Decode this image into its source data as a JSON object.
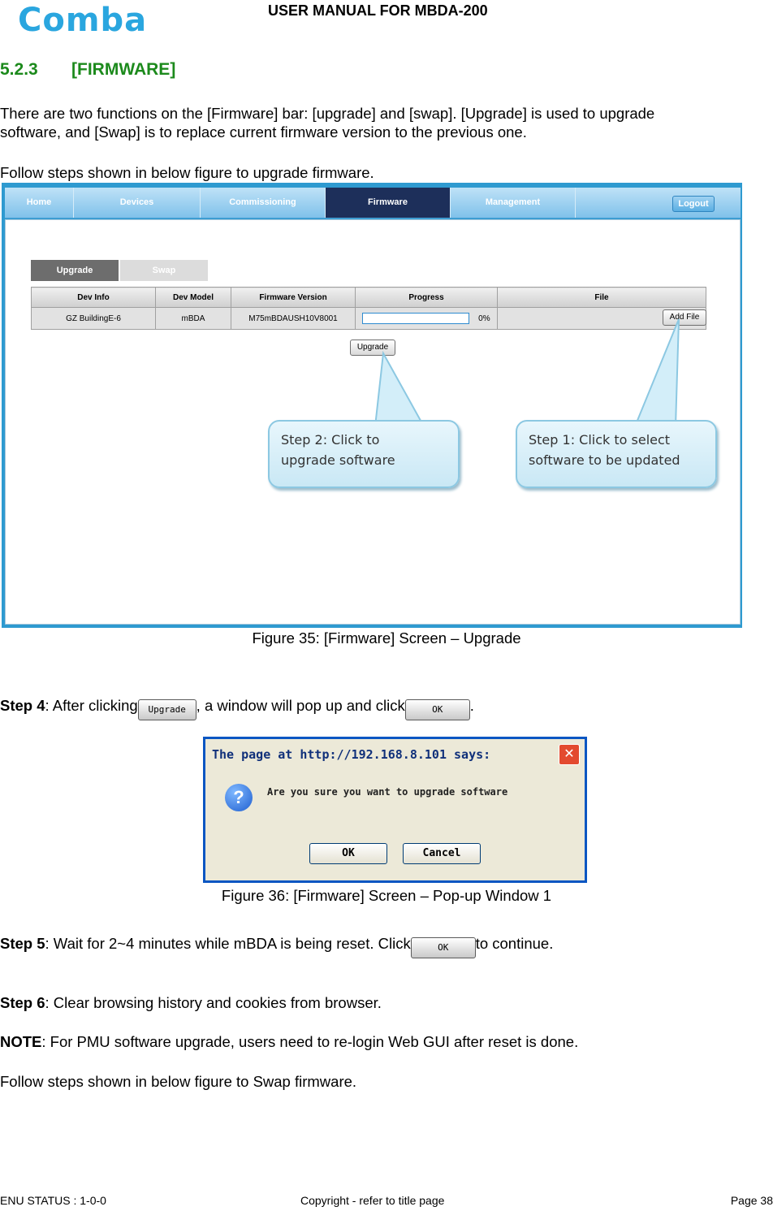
{
  "header": {
    "logo_text": "Comba",
    "title": "USER MANUAL FOR MBDA-200"
  },
  "section": {
    "number": "5.2.3",
    "title": "[FIRMWARE]"
  },
  "intro": {
    "line1": "There are two functions on the [Firmware] bar: [upgrade] and [swap]. [Upgrade] is used to upgrade",
    "line2": "software, and [Swap] is to replace current firmware version to the previous one.",
    "follow": "Follow steps shown in below figure to upgrade firmware."
  },
  "figure35": {
    "nav": [
      "Home",
      "Devices",
      "Commissioning",
      "Firmware",
      "Management"
    ],
    "logout": "Logout",
    "subtabs": [
      "Upgrade",
      "Swap"
    ],
    "columns": [
      "Dev Info",
      "Dev Model",
      "Firmware Version",
      "Progress",
      "File"
    ],
    "row": {
      "dev_info": "GZ BuildingE-6",
      "dev_model": "mBDA",
      "firmware": "M75mBDAUSH10V8001",
      "progress": "0%"
    },
    "add_file": "Add File",
    "upgrade_btn": "Upgrade",
    "callout_step2": [
      "Step 2: Click to",
      "upgrade software"
    ],
    "callout_step1": [
      "Step 1: Click to select",
      "software to be updated"
    ],
    "caption": "Figure 35: [Firmware] Screen – Upgrade"
  },
  "step4": {
    "label": "Step 4",
    "text_a": ": After clicking",
    "btn": "Upgrade",
    "text_b": ", a window will pop up and click",
    "ok": "OK",
    "text_c": "."
  },
  "figure36": {
    "title": "The page at http://192.168.8.101 says:",
    "message": "Are you sure you want to upgrade software",
    "ok": "OK",
    "cancel": "Cancel",
    "caption": "Figure 36: [Firmware] Screen – Pop-up Window 1"
  },
  "step5": {
    "label": "Step 5",
    "text_a": ": Wait for 2~4 minutes while mBDA is being reset. Click",
    "ok": "OK",
    "text_b": "to continue."
  },
  "step6": {
    "label": "Step 6",
    "text": ": Clear browsing history and cookies from browser."
  },
  "note": {
    "label": "NOTE",
    "text": ": For PMU software upgrade, users need to re-login Web GUI after reset is done."
  },
  "follow_swap": "Follow steps shown in below figure to Swap firmware.",
  "footer": {
    "left": "ENU STATUS : 1-0-0",
    "center": "Copyright - refer to title page",
    "right": "Page 38"
  },
  "colors": {
    "heading": "#1c8a1c",
    "logo": "#2aa6df",
    "nav_active": "#1d2f5a"
  }
}
